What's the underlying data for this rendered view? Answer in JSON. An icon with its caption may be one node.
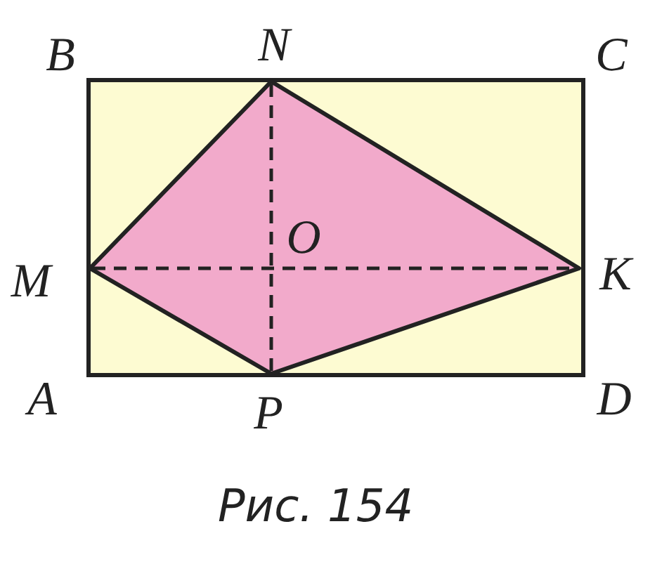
{
  "diagram": {
    "caption": "Рис. 154",
    "labels": [
      "B",
      "N",
      "C",
      "O",
      "M",
      "K",
      "A",
      "P",
      "D"
    ]
  }
}
